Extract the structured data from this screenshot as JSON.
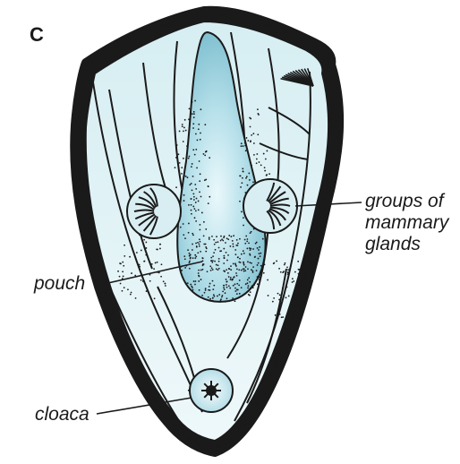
{
  "figure": {
    "panel_letter": "C",
    "labels": {
      "glands_line1": "groups of",
      "glands_line2": "mammary",
      "glands_line3": "glands",
      "pouch": "pouch",
      "cloaca": "cloaca"
    }
  },
  "colors": {
    "fur_outline": "#1a1a1a",
    "body_fill": "#e6f4f6",
    "pouch_fill": "#9fd3e0",
    "pouch_highlight": "#e9f7fa",
    "ink": "#1a1a1a"
  }
}
